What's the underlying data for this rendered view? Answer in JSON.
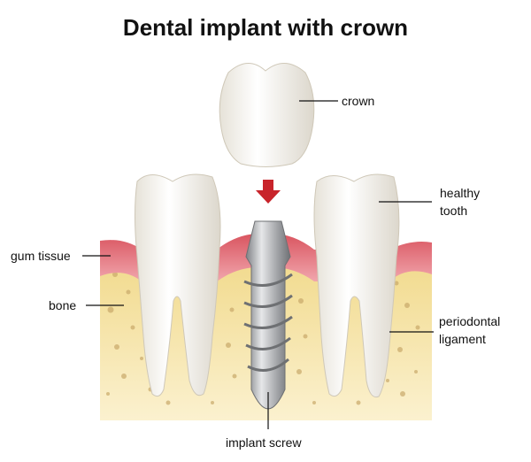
{
  "title": "Dental implant with crown",
  "labels": {
    "crown": "crown",
    "healthy_tooth_line1": "healthy",
    "healthy_tooth_line2": "tooth",
    "gum_tissue": "gum tissue",
    "bone": "bone",
    "periodontal_line1": "periodontal",
    "periodontal_line2": "ligament",
    "implant_screw": "implant screw"
  },
  "colors": {
    "gum": "#e8868f",
    "bone": "#f3dfa0",
    "tooth": "#f4f1ea",
    "metal": "#a9abae",
    "arrow": "#c8242b"
  }
}
